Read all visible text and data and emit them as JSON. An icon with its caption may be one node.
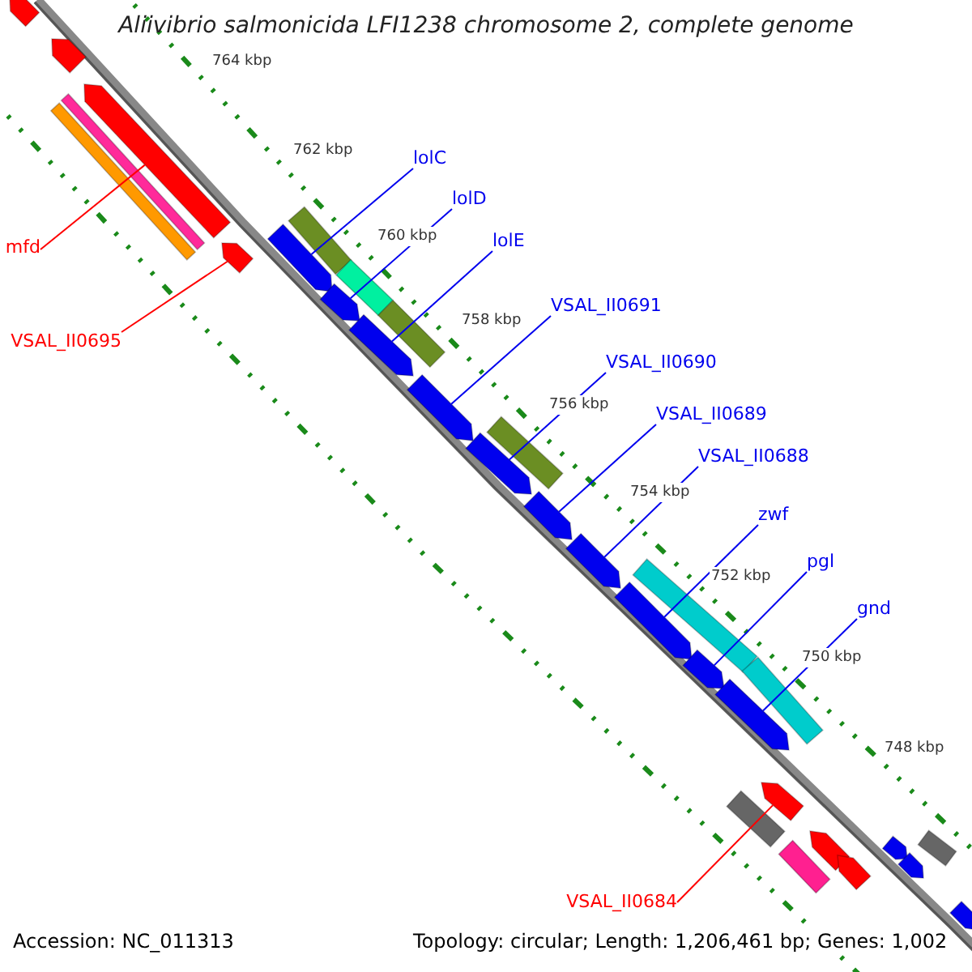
{
  "diagram": {
    "title": "Aliivibrio salmonicida LFI1238 chromosome 2, complete genome",
    "nodes": [
      {
        "text": [
          "lolC"
        ]
      },
      {
        "text": [
          "lolD"
        ]
      },
      {
        "text": [
          "lolE"
        ]
      },
      {
        "text": [
          "mfd"
        ]
      },
      {
        "text": [
          "VSAL_II0691"
        ]
      },
      {
        "text": [
          "VSAL_II0695"
        ]
      },
      {
        "text": [
          "VSAL_II0690"
        ]
      },
      {
        "text": [
          "VSAL_II0689"
        ]
      },
      {
        "text": [
          "VSAL_II0688"
        ]
      },
      {
        "text": [
          "zwf"
        ]
      },
      {
        "text": [
          "pgl"
        ]
      },
      {
        "text": [
          "gnd"
        ]
      },
      {
        "text": [
          "VSAL_II0684"
        ]
      },
      {
        "text": [],
        "shape": "arrow"
      },
      {
        "text": [],
        "shape": "arrow"
      },
      {
        "text": [],
        "shape": "arrow"
      },
      {
        "text": [],
        "shape": "bar"
      },
      {
        "text": [],
        "shape": "bar"
      },
      {
        "text": [],
        "shape": "bar"
      },
      {
        "text": [],
        "shape": "arrow"
      },
      {
        "text": [],
        "shape": "arrow"
      },
      {
        "text": [],
        "shape": "bar"
      },
      {
        "text": [],
        "shape": "arrow"
      },
      {
        "text": [],
        "shape": "bar"
      },
      {
        "text": [],
        "shape": "arrow"
      },
      {
        "text": [],
        "shape": "arrow"
      },
      {
        "text": [],
        "shape": "bar"
      },
      {
        "text": [],
        "shape": "arrow"
      },
      {
        "text": [],
        "shape": "arrow"
      },
      {
        "text": [],
        "shape": "arrow"
      },
      {
        "text": [],
        "shape": "bar"
      },
      {
        "text": [],
        "shape": "arrow"
      },
      {
        "text": [],
        "shape": "arrow"
      },
      {
        "text": [],
        "shape": "bar"
      },
      {
        "text": [],
        "shape": "arrow"
      },
      {
        "text": [],
        "shape": "arrow"
      },
      {
        "text": [],
        "shape": "bar"
      },
      {
        "text": [],
        "shape": "arrow"
      },
      {
        "text": [],
        "shape": "arrow"
      },
      {
        "text": [],
        "shape": "bar"
      },
      {
        "text": [],
        "shape": "bar"
      },
      {
        "text": [],
        "shape": "arrow"
      },
      {
        "text": [],
        "shape": "arrow"
      },
      {
        "text": [],
        "shape": "arrow"
      }
    ],
    "edges": [
      {
        "from": 0,
        "to": 20,
        "arrow": "none"
      },
      {
        "from": 1,
        "to": 22,
        "arrow": "none"
      },
      {
        "from": 2,
        "to": 24,
        "arrow": "none"
      },
      {
        "from": 3,
        "to": 15,
        "arrow": "none",
        "color": "#ff0000"
      },
      {
        "from": 4,
        "to": 25,
        "arrow": "none"
      },
      {
        "from": 5,
        "to": 19,
        "arrow": "none",
        "color": "#ff0000"
      },
      {
        "from": 6,
        "to": 27,
        "arrow": "none"
      },
      {
        "from": 7,
        "to": 28,
        "arrow": "none"
      },
      {
        "from": 8,
        "to": 29,
        "arrow": "none"
      },
      {
        "from": 9,
        "to": 31,
        "arrow": "none"
      },
      {
        "from": 10,
        "to": 32,
        "arrow": "none"
      },
      {
        "from": 11,
        "to": 34,
        "arrow": "none"
      },
      {
        "from": 12,
        "to": 35,
        "arrow": "none",
        "color": "#ff0000"
      }
    ],
    "labels": [
      "764 kbp",
      "762 kbp",
      "760 kbp",
      "758 kbp",
      "756 kbp",
      "754 kbp",
      "752 kbp",
      "750 kbp",
      "748 kbp",
      "Accession: NC_011313",
      "Topology: circular; Length: 1,206,461 bp; Genes: 1,002"
    ]
  }
}
